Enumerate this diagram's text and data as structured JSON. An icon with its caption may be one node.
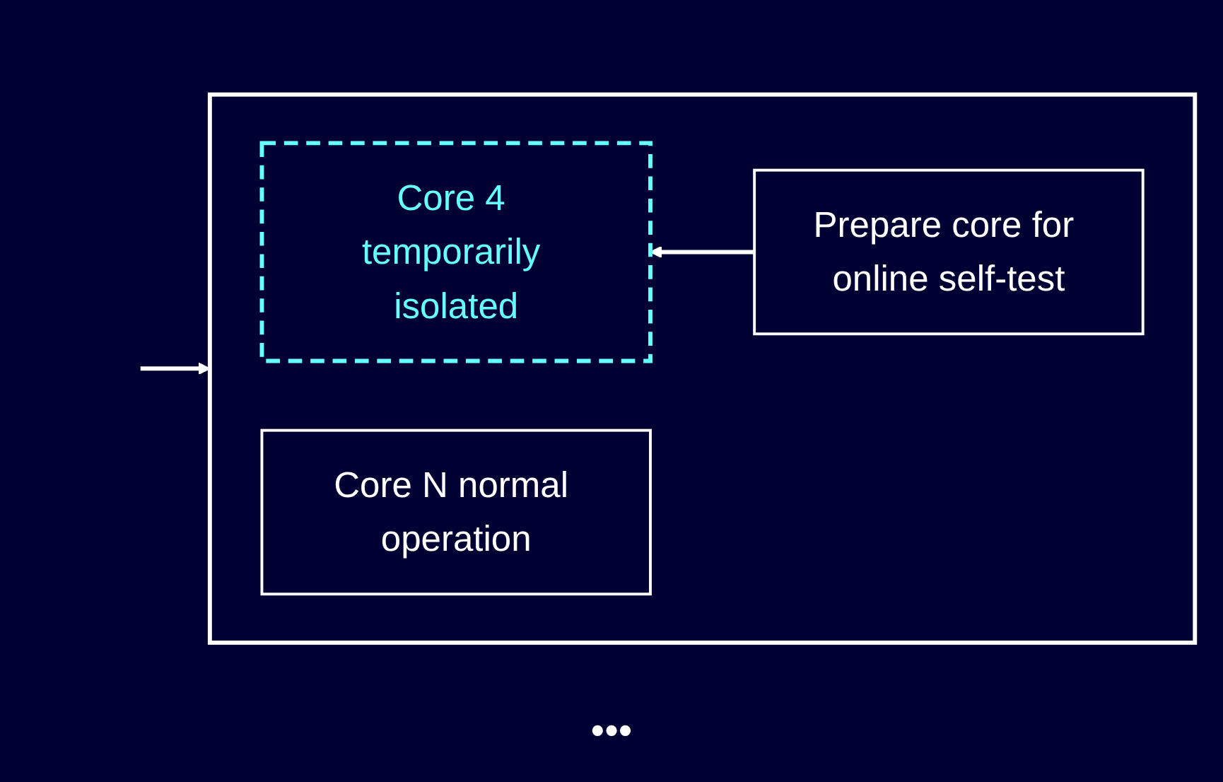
{
  "diagram": {
    "nodes": [
      {
        "text": [],
        "shape": "box"
      },
      {
        "text": [
          "Core 4 temporarily isolated"
        ],
        "in": 0
      },
      {
        "text": [
          "Core N normal operation"
        ],
        "in": 0
      },
      {
        "text": [
          "Prepare core for online self-test"
        ],
        "in": 0
      }
    ],
    "edges": [
      {
        "from": null,
        "to": 0,
        "arrow": "to"
      },
      {
        "from": 3,
        "to": 1,
        "arrow": "to"
      }
    ],
    "labels": [
      "•••"
    ]
  }
}
